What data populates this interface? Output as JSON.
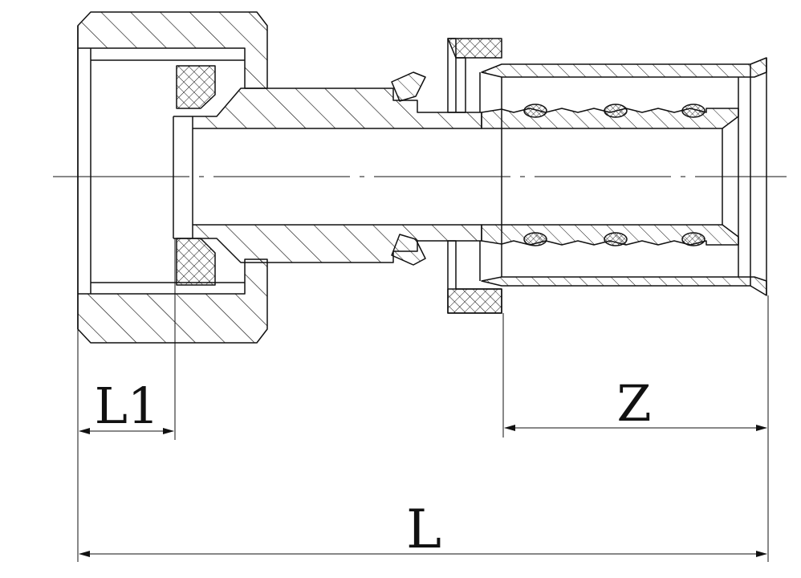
{
  "dimensions": {
    "l1": "L1",
    "z": "Z",
    "l": "L"
  },
  "colors": {
    "line": "#111111",
    "background": "#ffffff"
  }
}
